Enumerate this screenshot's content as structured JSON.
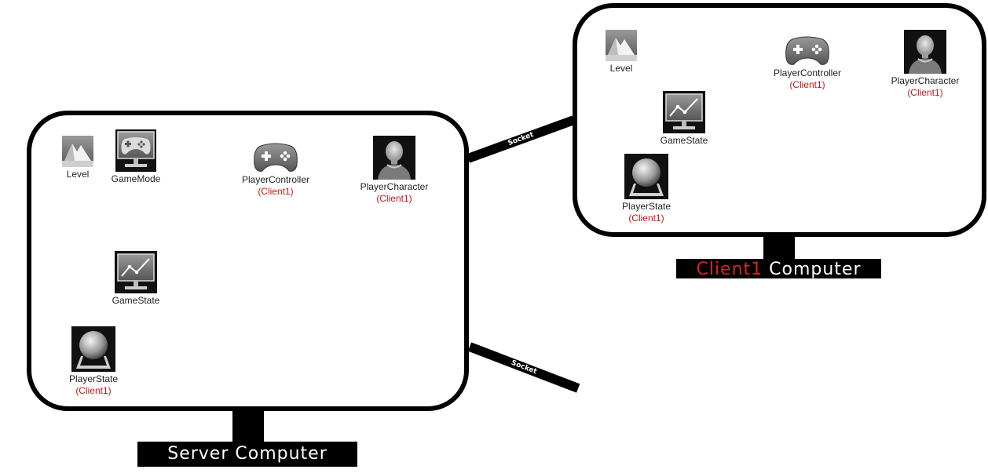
{
  "server": {
    "label": "Server Computer",
    "nodes": {
      "level": {
        "label": "Level"
      },
      "gamemode": {
        "label": "GameMode"
      },
      "playercontroller": {
        "label": "PlayerController",
        "sub": "(Client1)"
      },
      "playercharacter": {
        "label": "PlayerCharacter",
        "sub": "(Client1)"
      },
      "gamestate": {
        "label": "GameState"
      },
      "playerstate": {
        "label": "PlayerState",
        "sub": "(Client1)"
      }
    }
  },
  "client": {
    "label_highlight": "Client1",
    "label_rest": " Computer",
    "nodes": {
      "level": {
        "label": "Level"
      },
      "playercontroller": {
        "label": "PlayerController",
        "sub": "(Client1)"
      },
      "playercharacter": {
        "label": "PlayerCharacter",
        "sub": "(Client1)"
      },
      "gamestate": {
        "label": "GameState"
      },
      "playerstate": {
        "label": "PlayerState",
        "sub": "(Client1)"
      }
    }
  },
  "sockets": {
    "top": "Socket",
    "bottom": "Socket"
  },
  "colors": {
    "highlight": "#e02020",
    "frame": "#000000"
  },
  "icons": [
    "mountain-icon",
    "gamepad-monitor-icon",
    "gamepad-icon",
    "bald-person-icon",
    "line-chart-monitor-icon",
    "sphere-pedestal-icon"
  ]
}
